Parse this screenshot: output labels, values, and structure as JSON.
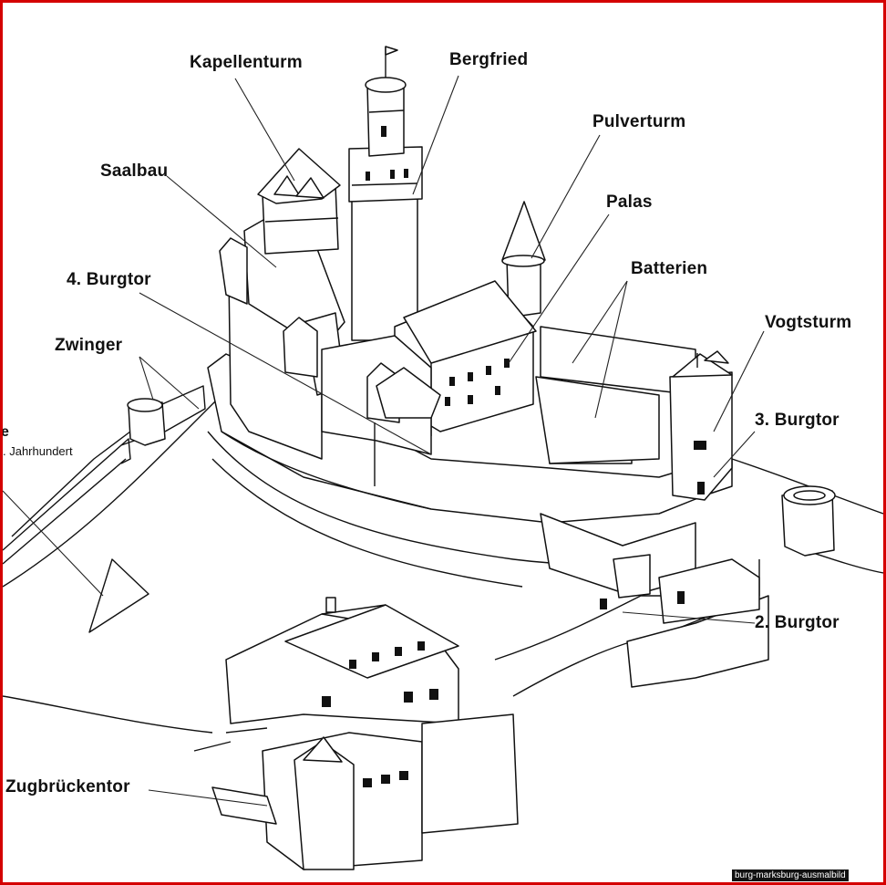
{
  "labels": {
    "kapellenturm": "Kapellenturm",
    "bergfried": "Bergfried",
    "pulverturm": "Pulverturm",
    "saalbau": "Saalbau",
    "palas": "Palas",
    "batterien": "Batterien",
    "burgtor4": "4. Burgtor",
    "vogtsturm": "Vogtsturm",
    "zwinger": "Zwinger",
    "burgtor3": "3. Burgtor",
    "burgtor2": "2. Burgtor",
    "zugbrueckentor": "Zugbrückentor"
  },
  "partial_text": {
    "jahrhundert": ". Jahrhundert",
    "fragment_e": "e"
  },
  "watermark": "burg-marksburg-ausmalbild",
  "colors": {
    "border": "#d40000",
    "ink": "#111111",
    "paper": "#ffffff"
  }
}
